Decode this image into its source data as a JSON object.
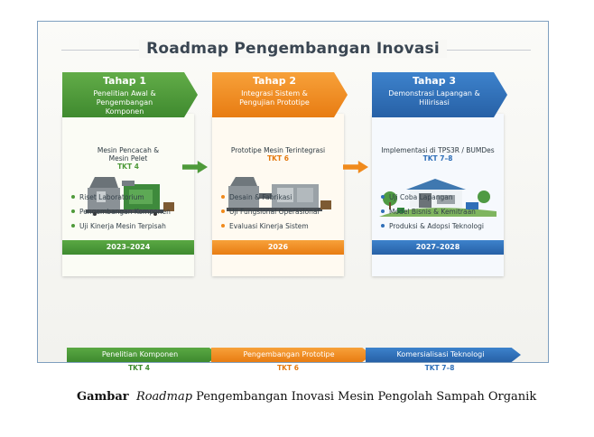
{
  "diagram": {
    "title": "Roadmap Pengembangan Inovasi",
    "stages": [
      {
        "stage": "Tahap 1",
        "subtitle": "Penelitian Awal & Pengembangan Komponen",
        "panel_title": "Mesin Pencacah & Mesin Pelet",
        "tkt": "TKT 4",
        "bullets": [
          "Riset Laboratorium",
          "Pengembangan Komponen",
          "Uji Kinerja Mesin Terpisah"
        ],
        "years": "2023–2024",
        "color": "#4e9a3a"
      },
      {
        "stage": "Tahap 2",
        "subtitle": "Integrasi Sistem & Pengujian Prototipe",
        "panel_title": "Prototipe Mesin Terintegrasi",
        "tkt": "TKT 6",
        "bullets": [
          "Desain & Fabrikasi",
          "Uji Fungsional Operasional",
          "Evaluasi Kinerja Sistem"
        ],
        "years": "2026",
        "color": "#f08a1c"
      },
      {
        "stage": "Tahap 3",
        "subtitle": "Demonstrasi Lapangan & Hilirisasi",
        "panel_title": "Implementasi di TPS3R / BUMDes",
        "tkt": "TKT 7–8",
        "bullets": [
          "Uji Coba Lapangan",
          "Model Bisnis & Kemitraan",
          "Produksi & Adopsi Teknologi"
        ],
        "years": "2027–2028",
        "color": "#2f6fb8"
      }
    ],
    "bottom_strip": [
      {
        "label": "Penelitian Komponen",
        "tkt": "TKT 4"
      },
      {
        "label": "Pengembangan Prototipe",
        "tkt": "TKT 6"
      },
      {
        "label": "Komersialisasi Teknologi",
        "tkt": "TKT 7–8"
      }
    ]
  },
  "caption": {
    "prefix": "Gambar",
    "italic": "Roadmap",
    "rest": "Pengembangan Inovasi Mesin Pengolah Sampah Organik"
  }
}
